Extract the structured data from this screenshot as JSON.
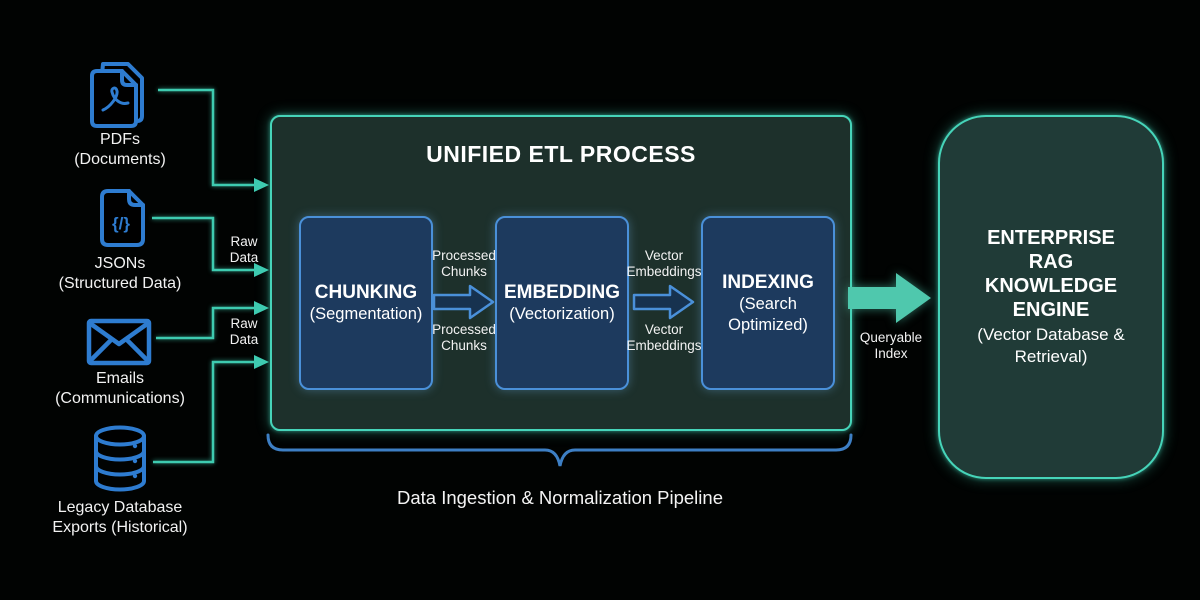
{
  "sources": [
    {
      "label": "PDFs",
      "sublabel": "(Documents)",
      "icon": "pdf-documents-icon"
    },
    {
      "label": "JSONs",
      "sublabel": "(Structured Data)",
      "icon": "json-file-icon",
      "glyph": "{/}"
    },
    {
      "label": "Emails",
      "sublabel": "(Communications)",
      "icon": "email-envelope-icon"
    },
    {
      "label": "Legacy Database",
      "sublabel": "Exports (Historical)",
      "icon": "database-icon"
    }
  ],
  "flow": {
    "raw_data_label_1": "Raw\nData",
    "raw_data_label_2": "Raw\nData",
    "output_label": "Queryable\nIndex"
  },
  "etl": {
    "title": "UNIFIED ETL PROCESS",
    "stages": [
      {
        "title": "CHUNKING",
        "subtitle": "(Segmentation)"
      },
      {
        "title": "EMBEDDING",
        "subtitle": "(Vectorization)"
      },
      {
        "title": "INDEXING",
        "subtitle": "(Search Optimized)"
      }
    ],
    "stage_arrows": [
      {
        "label_top": "Processed\nChunks",
        "label_bottom": "Processed\nChunks"
      },
      {
        "label_top": "Vector\nEmbeddings",
        "label_bottom": "Vector\nEmbeddings"
      }
    ]
  },
  "engine": {
    "line1": "ENTERPRISE",
    "line2": "RAG",
    "line3": "KNOWLEDGE",
    "line4": "ENGINE",
    "subtitle": "(Vector Database & Retrieval)"
  },
  "caption": "Data Ingestion & Normalization Pipeline",
  "colors": {
    "background": "#010302",
    "accent_teal": "#46d4b9",
    "output_arrow_teal": "#4fc8ad",
    "accent_blue": "#4a90d9",
    "icon_blue": "#2e7cd0",
    "brace_blue": "#3d7fc4",
    "etl_fill": "#1d302b",
    "stage_fill": "#1d3a5e",
    "engine_fill": "#203b37",
    "text": "#ffffff"
  }
}
